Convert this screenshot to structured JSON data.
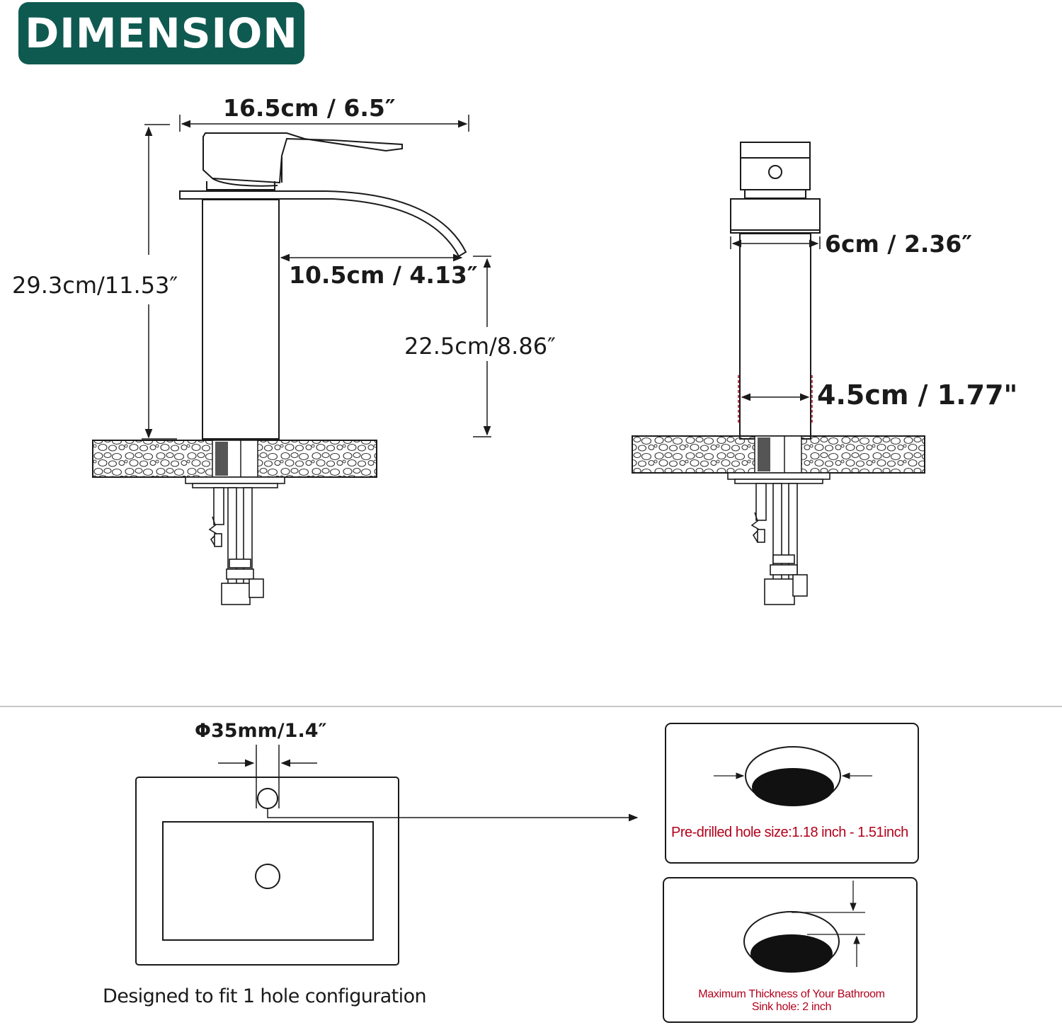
{
  "header": {
    "title": "DIMENSION"
  },
  "colors": {
    "badge": "#0f5a50",
    "ink": "#1a1a1a",
    "warning": "#b3001b",
    "divider": "#c8c8c8"
  },
  "front_view": {
    "overall_width": "16.5cm / 6.5″",
    "overall_height": "29.3cm/11.53″",
    "spout_reach": "10.5cm / 4.13″",
    "spout_height": "22.5cm/8.86″"
  },
  "side_view": {
    "top_width": "6cm / 2.36″",
    "body_width": "4.5cm / 1.77\""
  },
  "sink_plan": {
    "hole_diameter": "Φ35mm/1.4″",
    "caption": "Designed to fit 1 hole configuration"
  },
  "hole_size_box": {
    "text": "Pre-drilled hole size:1.18 inch - 1.51inch"
  },
  "thickness_box": {
    "line1": "Maximum Thickness of Your Bathroom",
    "line2": "Sink hole: 2 inch"
  }
}
